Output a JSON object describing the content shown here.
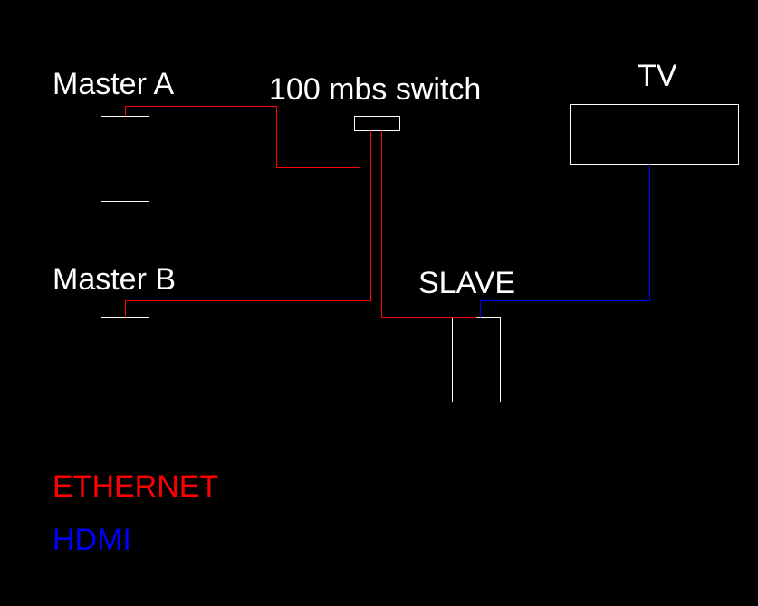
{
  "nodes": {
    "master_a": "Master A",
    "master_b": "Master B",
    "switch": "100 mbs switch",
    "tv": "TV",
    "slave": "SLAVE"
  },
  "legend": {
    "ethernet": "ETHERNET",
    "hdmi": "HDMI"
  },
  "colors": {
    "background": "#000000",
    "box_outline": "#ffffff",
    "ethernet": "#ff0000",
    "hdmi": "#0000ff",
    "text": "#ffffff"
  }
}
